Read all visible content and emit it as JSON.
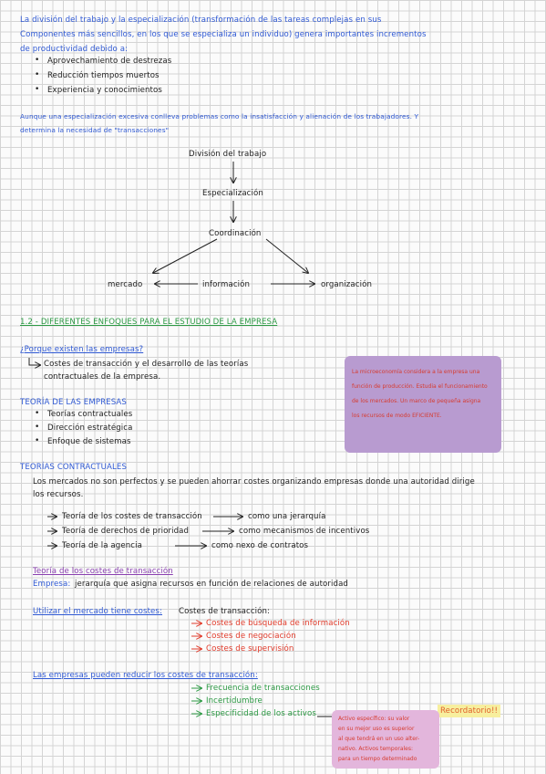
{
  "intro": {
    "line1": "La división del trabajo y la especialización (transformación de las tareas complejas en sus",
    "line2": "Componentes más sencillos, en los que se especializa un individuo) genera importantes incrementos",
    "line3": "de productividad debido a:",
    "bullets": [
      "Aprovechamiento de destrezas",
      "Reducción tiempos muertos",
      "Experiencia y conocimientos"
    ]
  },
  "note": {
    "line1": "Aunque una especialización excesiva conlleva problemas como la insatisfacción y alienación de los trabajadores. Y",
    "line2": "determina la necesidad de \"transacciones\""
  },
  "diagram": {
    "division": "División del trabajo",
    "especializacion": "Especialización",
    "coordinacion": "Coordinación",
    "mercado": "mercado",
    "informacion": "información",
    "organizacion": "organización"
  },
  "section": {
    "heading": "1.2 - DIFERENTES ENFOQUES PARA EL ESTUDIO DE LA EMPRESA",
    "question": "¿Porque existen las empresas?",
    "answer_line1": "Costes de transacción y el desarrollo de las teorías",
    "answer_line2": "contractuales de la empresa.",
    "teoria_heading": "TEORÍA DE LAS EMPRESAS",
    "teoria_items": [
      "Teorías contractuales",
      "Dirección estratégica",
      "Enfoque de sistemas"
    ],
    "contractuales_heading": "TEORÍAS CONTRACTUALES",
    "contractuales_line1": "Los mercados no son perfectos y se pueden ahorrar costes organizando empresas donde una autoridad dirige",
    "contractuales_line2": "los recursos.",
    "theories": [
      {
        "left": "Teoría de los costes de transacción",
        "right": "como una jerarquía"
      },
      {
        "left": "Teoría de derechos de prioridad",
        "right": "como mecanismos de incentivos"
      },
      {
        "left": "Teoría de la agencia",
        "right": "como nexo de contratos"
      }
    ]
  },
  "purple_box": {
    "line1": "La microeconomía considera a la empresa una",
    "line2": "función de producción. Estudia el funcionamiento",
    "line3": "de los mercados. Un marco de pequeña asigna",
    "line4": "los recursos de modo EFICIENTE."
  },
  "costes": {
    "heading": "Teoría de los costes de transacción",
    "empresa_label": "Empresa:",
    "empresa_text": "jerarquía que asigna recursos en función de relaciones de autoridad",
    "utilizar_label": "Utilizar el mercado tiene costes:",
    "utilizar_text": "Costes de transacción:",
    "utilizar_items": [
      "Costes de búsqueda de información",
      "Costes de negociación",
      "Costes de supervisión"
    ],
    "reducir_label": "Las empresas pueden reducir los costes de transacción:",
    "reducir_items": [
      "Frecuencia de transacciones",
      "Incertidumbre",
      "Especificidad de los activos"
    ],
    "recordatorio": "Recordatorio!!"
  },
  "pink_box": {
    "line1": "Activo específico: su valor",
    "line2": "en su mejor uso es superior",
    "line3": "al que tendrá en un uso alter-",
    "line4": "nativo. Activos temporales:",
    "line5": "para un tiempo determinado"
  },
  "colors": {
    "blue": "#2f59d4",
    "green": "#2c9a44",
    "red": "#e23b2b",
    "purple": "#8a3fb0",
    "box_purple": "#b89bd0",
    "box_pink": "#e3b6dc",
    "highlight": "#f7ef9e"
  }
}
